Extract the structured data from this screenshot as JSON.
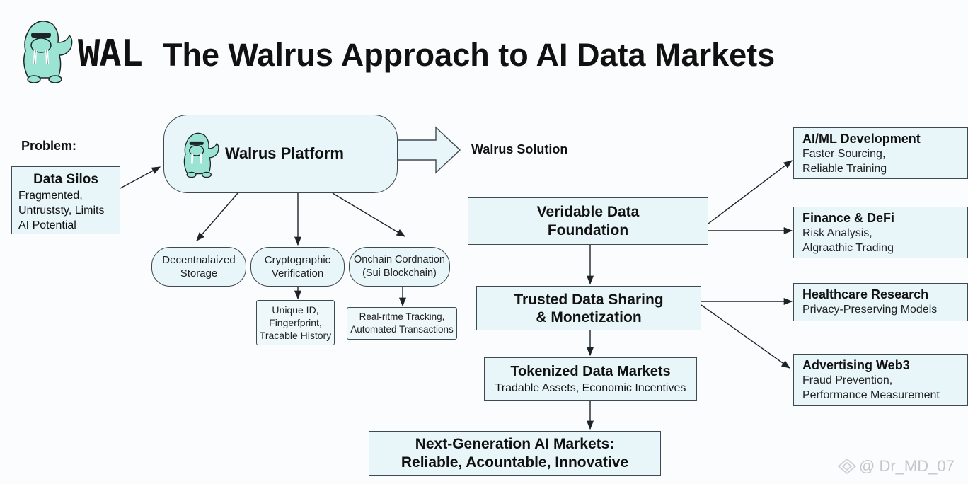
{
  "header": {
    "logo_text": "WAL",
    "title": "The Walrus Approach to AI Data Markets"
  },
  "problem": {
    "heading": "Problem:",
    "box_title": "Data Silos",
    "lines": [
      "Fragmented,",
      "Untruststy, Limits",
      "AI Potential"
    ]
  },
  "platform": {
    "title": "Walrus Platform",
    "solution_label": "Walrus Solution"
  },
  "components": [
    {
      "lines": [
        "Decentnalaized",
        "Storage"
      ]
    },
    {
      "lines": [
        "Cryptographic",
        "Verification"
      ]
    },
    {
      "lines": [
        "Onchain Cordnation",
        "(Sui Blockchain)"
      ]
    }
  ],
  "component_details": [
    {
      "lines": [
        "Unique ID,",
        "Fingerfprint,",
        "Tracable History"
      ]
    },
    {
      "lines": [
        "Real-ritme Tracking,",
        "Automated Transactions"
      ]
    }
  ],
  "flow": {
    "foundation": [
      "Veridable Data",
      "Foundation"
    ],
    "sharing": [
      "Trusted Data Sharing",
      "& Monetization"
    ],
    "markets_title": "Tokenized Data Markets",
    "markets_sub": "Tradable Assets, Economic Incentives",
    "nextgen": [
      "Next-Generation AI Markets:",
      "Reliable, Acountable, Innovative"
    ]
  },
  "applications": [
    {
      "title": "AI/ML Development",
      "lines": [
        "Faster Sourcing,",
        "Reliable Training"
      ]
    },
    {
      "title": "Finance & DeFi",
      "lines": [
        "Risk Analysis,",
        "Algraathic Trading"
      ]
    },
    {
      "title": "Healthcare Research",
      "lines": [
        "Privacy-Preserving Models"
      ]
    },
    {
      "title": "Advertising Web3",
      "lines": [
        "Fraud Prevention,",
        "Performance Measurement"
      ]
    }
  ],
  "watermark": "@ Dr_MD_07",
  "colors": {
    "box_fill": "#e8f6f9",
    "border": "#3d4a52",
    "mascot": "#9be3d3"
  }
}
